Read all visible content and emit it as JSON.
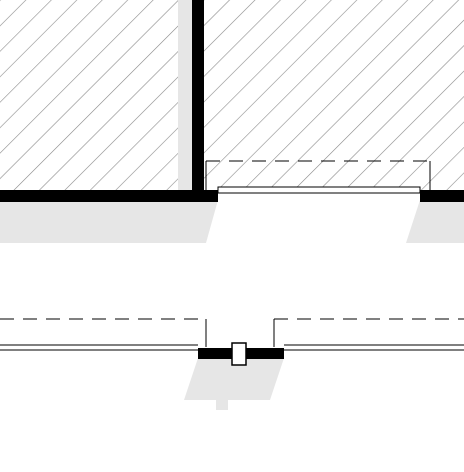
{
  "drawing": {
    "kind": "architectural-floor-plan-detail",
    "colors": {
      "background": "#ffffff",
      "wall": "#000000",
      "hatch": "#8a8a8a",
      "shadow": "#e6e6e6",
      "line": "#000000"
    },
    "hatch_pattern": "diagonal-lines",
    "dashed_lines": "overhead-elements",
    "visible_text": []
  }
}
